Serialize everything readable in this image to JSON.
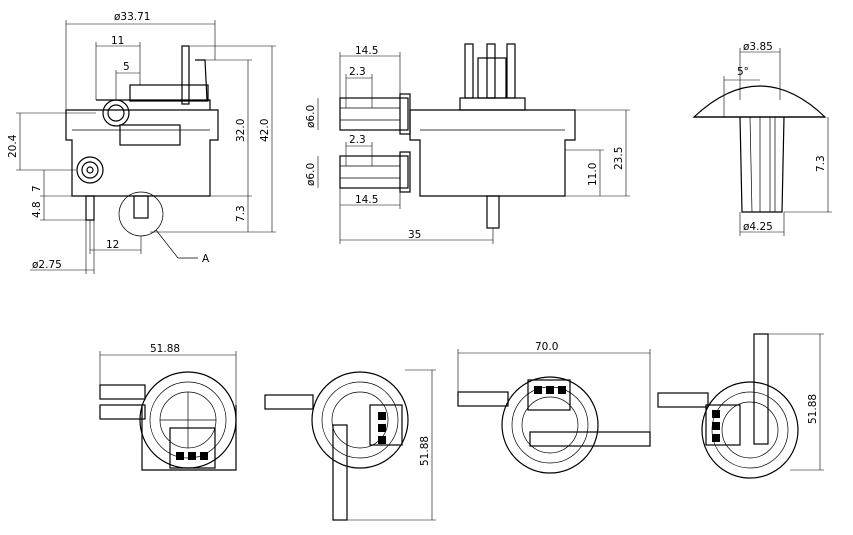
{
  "dimensions": {
    "overall_diameter": "ø33.71",
    "width_11": "11",
    "width_5": "5",
    "height_20_4": "20.4",
    "height_32": "32.0",
    "height_42": "42.0",
    "height_7": "7",
    "height_4_8": "4.8",
    "height_7_3_a": "7.3",
    "width_12": "12",
    "pin_diameter": "ø2.75",
    "detail_label": "A",
    "pipe_length_top": "14.5",
    "pipe_inner_top": "2.3",
    "pipe_dia_top": "ø6.0",
    "pipe_inner_bottom": "2.3",
    "pipe_dia_bottom": "ø6.0",
    "pipe_length_bottom": "14.5",
    "total_35": "35",
    "height_11": "11.0",
    "height_23_5": "23.5",
    "cap_diameter": "ø3.85",
    "cap_angle": "5°",
    "cap_height": "7.3",
    "cap_base": "ø4.25",
    "bottom_w1": "51.88",
    "bottom_h2": "51.88",
    "bottom_w3": "70.0",
    "bottom_h4": "51.88"
  }
}
